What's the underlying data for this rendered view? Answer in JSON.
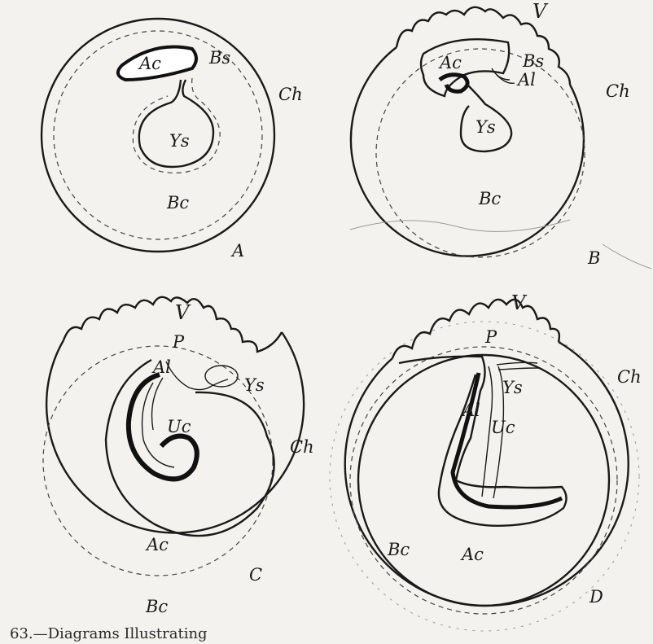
{
  "caption": "63.—Diagrams Illustrating",
  "panels": [
    {
      "id": "A",
      "labels": {
        "Ac": "Ac",
        "Bs": "Bs",
        "Ys": "Ys",
        "Ch": "Ch",
        "Bc": "Bc",
        "panel": "A"
      }
    },
    {
      "id": "B",
      "labels": {
        "V": "V",
        "Ac": "Ac",
        "Bs": "Bs",
        "Al": "Al",
        "Ys": "Ys",
        "Ch": "Ch",
        "Bc": "Bc",
        "panel": "B"
      }
    },
    {
      "id": "C",
      "labels": {
        "V": "V",
        "P": "P",
        "Al": "Al",
        "Ys": "Ys",
        "Uc": "Uc",
        "Ch": "Ch",
        "Ac": "Ac",
        "Bc": "Bc",
        "panel": "C"
      }
    },
    {
      "id": "D",
      "labels": {
        "V": "V",
        "P": "P",
        "Ys": "Ys",
        "Al": "Al",
        "Uc": "Uc",
        "Ch": "Ch",
        "Bc": "Bc",
        "Ac": "Ac",
        "panel": "D"
      }
    }
  ]
}
